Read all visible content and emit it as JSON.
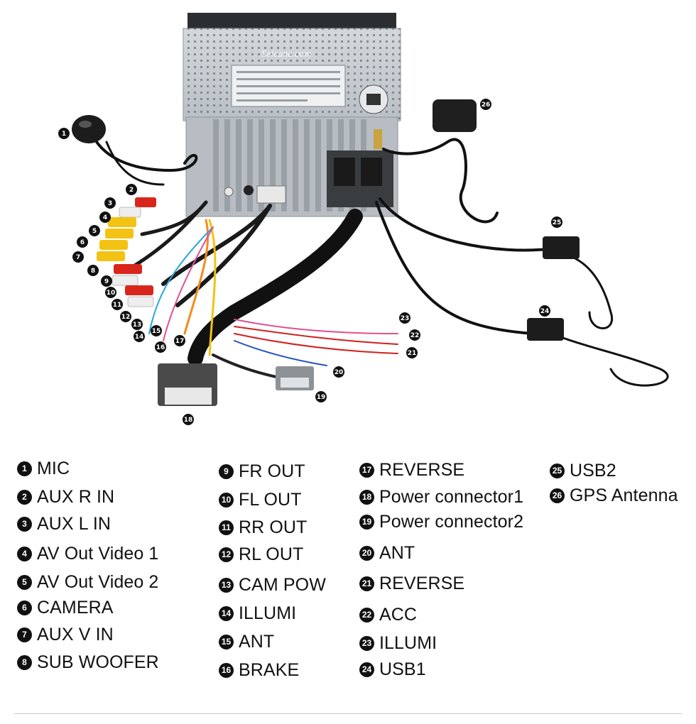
{
  "brand_text": "Seicane.com",
  "colors": {
    "chassis": "#c9cfd4",
    "fin": "#aeb5bb",
    "cable": "#1a1a1a",
    "rca_red": "#d9261c",
    "rca_white": "#eeeeee",
    "rca_yellow": "#f2c314",
    "callout": "#111111"
  },
  "legend": [
    {
      "num": "1",
      "label": "MIC"
    },
    {
      "num": "2",
      "label": "AUX R IN"
    },
    {
      "num": "3",
      "label": "AUX L IN"
    },
    {
      "num": "4",
      "label": "AV Out Video 1"
    },
    {
      "num": "5",
      "label": "AV Out Video 2"
    },
    {
      "num": "6",
      "label": "CAMERA"
    },
    {
      "num": "7",
      "label": "AUX V IN"
    },
    {
      "num": "8",
      "label": "SUB WOOFER"
    },
    {
      "num": "9",
      "label": "FR OUT"
    },
    {
      "num": "10",
      "label": "FL OUT"
    },
    {
      "num": "11",
      "label": "RR OUT"
    },
    {
      "num": "12",
      "label": "RL OUT"
    },
    {
      "num": "13",
      "label": "CAM POW"
    },
    {
      "num": "14",
      "label": "ILLUMI"
    },
    {
      "num": "15",
      "label": "ANT"
    },
    {
      "num": "16",
      "label": "BRAKE"
    },
    {
      "num": "17",
      "label": "REVERSE"
    },
    {
      "num": "18",
      "label": "Power connector1"
    },
    {
      "num": "19",
      "label": "Power connector2"
    },
    {
      "num": "20",
      "label": "ANT"
    },
    {
      "num": "21",
      "label": "REVERSE"
    },
    {
      "num": "22",
      "label": "ACC"
    },
    {
      "num": "23",
      "label": "ILLUMI"
    },
    {
      "num": "24",
      "label": "USB1"
    },
    {
      "num": "25",
      "label": "USB2"
    },
    {
      "num": "26",
      "label": "GPS Antenna"
    }
  ]
}
